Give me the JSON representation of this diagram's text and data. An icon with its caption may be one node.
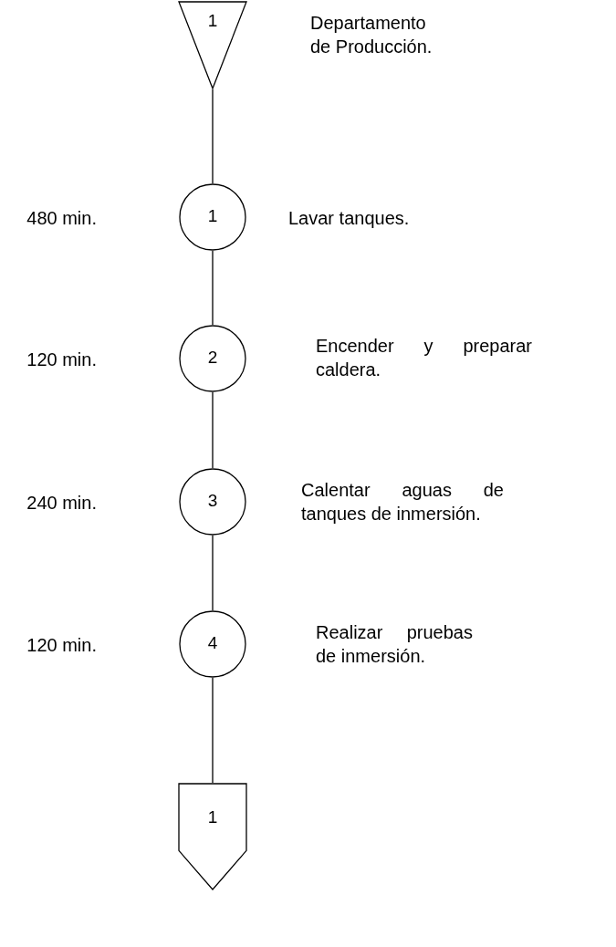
{
  "diagram": {
    "nodes": [
      {
        "text": [
          "1"
        ],
        "beside": [
          "Departamento de Producción."
        ]
      },
      {
        "text": [
          "1"
        ],
        "beside": [
          "Lavar tanques."
        ]
      },
      {
        "text": [
          "2"
        ],
        "beside": [
          "Encender y preparar caldera."
        ]
      },
      {
        "text": [
          "3"
        ],
        "beside": [
          "Calentar aguas de tanques de inmersión."
        ]
      },
      {
        "text": [
          "4"
        ],
        "beside": [
          "Realizar pruebas de inmersión."
        ]
      },
      {
        "text": [
          "1"
        ]
      }
    ],
    "edges": [
      {
        "from": 0,
        "to": 1,
        "arrow": "none"
      },
      {
        "from": 1,
        "to": 2,
        "arrow": "none"
      },
      {
        "from": 2,
        "to": 3,
        "arrow": "none"
      },
      {
        "from": 3,
        "to": 4,
        "arrow": "none"
      },
      {
        "from": 4,
        "to": 5,
        "arrow": "none"
      }
    ],
    "labels": [
      "480 min.",
      "120 min.",
      "240 min.",
      "120 min."
    ]
  }
}
